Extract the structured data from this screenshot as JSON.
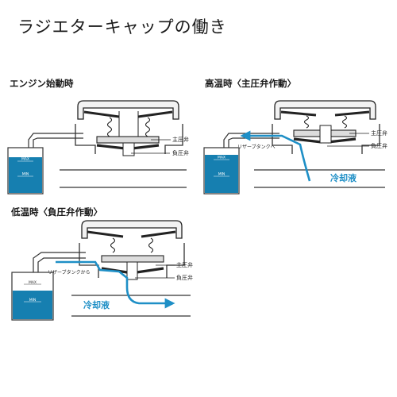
{
  "title": "ラジエターキャップの働き",
  "sections": {
    "engine_start": "エンジン始動時",
    "high_temp": "高温時〈主圧弁作動〉",
    "low_temp": "低温時〈負圧弁作動〉"
  },
  "labels": {
    "main_valve": "主圧弁",
    "negative_valve": "負圧弁",
    "to_reservoir": "リザーブタンクへ",
    "from_reservoir": "リザーブタンクから",
    "coolant": "冷却液",
    "max": "MAX",
    "min": "MIN"
  },
  "colors": {
    "coolant": "#1e8fc6",
    "tank_fill": "#167fb0",
    "ink": "#1a1a1a"
  }
}
